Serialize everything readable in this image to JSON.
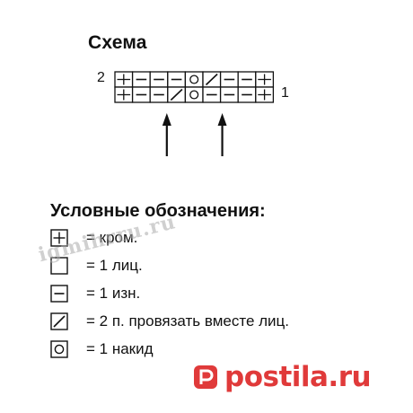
{
  "scheme": {
    "title": "Схема",
    "rows": [
      {
        "number": "2",
        "cells": [
          "edge",
          "purl",
          "purl",
          "purl",
          "yarn_over",
          "k2tog",
          "purl",
          "purl",
          "edge"
        ]
      },
      {
        "number": "1",
        "cells": [
          "edge",
          "purl",
          "purl",
          "k2tog",
          "yarn_over",
          "purl",
          "purl",
          "purl",
          "edge"
        ]
      }
    ],
    "arrow_columns": [
      3,
      6
    ]
  },
  "legend": {
    "heading": "Условные обозначения:",
    "items": [
      {
        "symbol": "edge",
        "text": "= кром."
      },
      {
        "symbol": "knit",
        "text": "= 1 лиц."
      },
      {
        "symbol": "purl",
        "text": "= 1 изн."
      },
      {
        "symbol": "k2tog",
        "text": "= 2 п. провязать вместе лиц."
      },
      {
        "symbol": "yarn_over",
        "text": "= 1 накид"
      }
    ]
  },
  "watermark": "igmihrru.ru",
  "brand": {
    "name": "postila.ru",
    "color": "#e03a3a"
  }
}
